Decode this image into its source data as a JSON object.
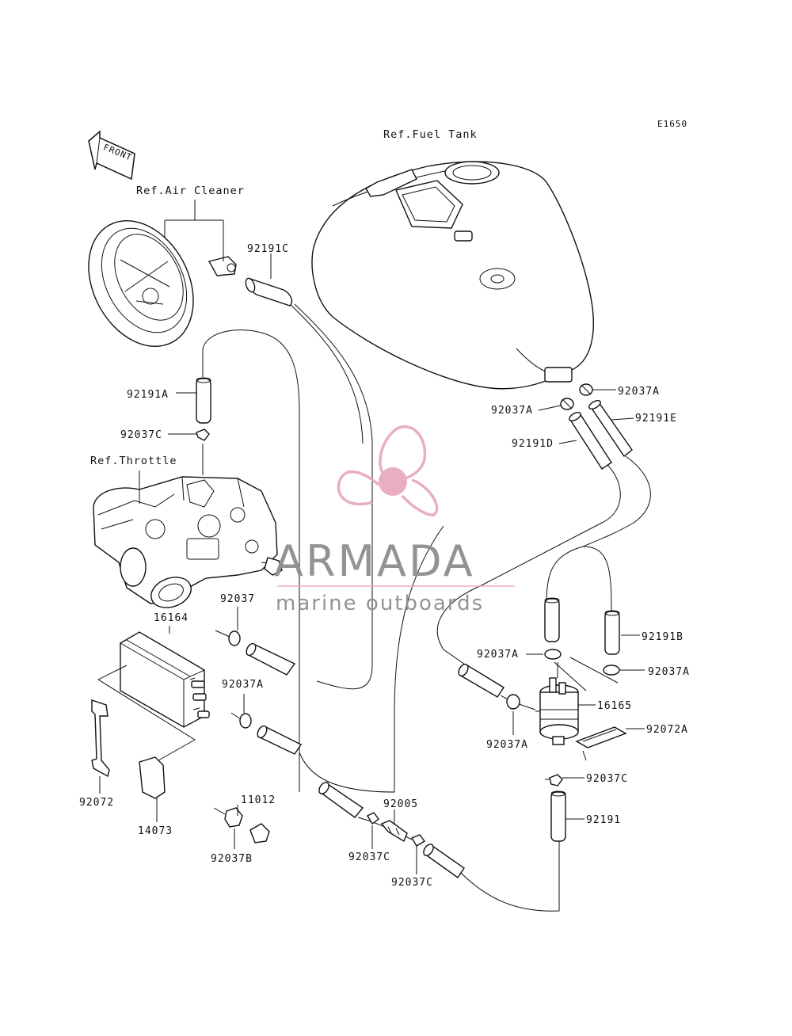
{
  "diagram_code": "E1650",
  "front_label": "FRONT",
  "references": {
    "fuel_tank": "Ref.Fuel Tank",
    "air_cleaner": "Ref.Air Cleaner",
    "throttle": "Ref.Throttle"
  },
  "part_labels": {
    "p92191C": "92191C",
    "p92191A": "92191A",
    "p92037C_top": "92037C",
    "p92037A_tank_right": "92037A",
    "p92037A_tank_left": "92037A",
    "p92191E": "92191E",
    "p92191D": "92191D",
    "p92037": "92037",
    "p16164": "16164",
    "p92037A_canister": "92037A",
    "p92191B": "92191B",
    "p92037A_pump_top": "92037A",
    "p92037A_pump_right": "92037A",
    "p16165": "16165",
    "p92037A_pump_bottom": "92037A",
    "p92072A": "92072A",
    "p92037C_pump": "92037C",
    "p92191": "92191",
    "p92072": "92072",
    "p14073": "14073",
    "p11012": "11012",
    "p92037B": "92037B",
    "p92005": "92005",
    "p92037C_mid": "92037C",
    "p92037C_bottom": "92037C"
  },
  "watermark": {
    "brand": "ARMADA",
    "tagline": "marine outboards",
    "logo_color": "#e8a9c1",
    "text_color": "#8e8e8e"
  }
}
